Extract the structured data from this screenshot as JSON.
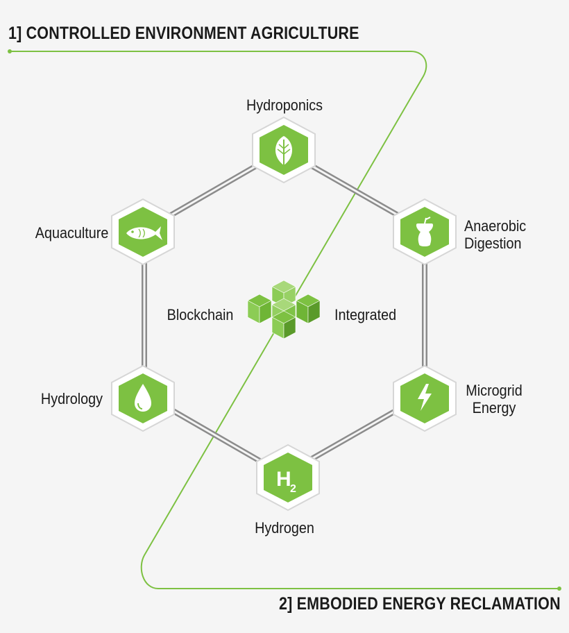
{
  "headings": {
    "top": "1] CONTROLLED ENVIRONMENT AGRICULTURE",
    "bottom": "2] EMBODIED ENERGY RECLAMATION"
  },
  "center": {
    "left_label": "Blockchain",
    "right_label": "Integrated",
    "icon": "stacked-blocks-icon"
  },
  "nodes": [
    {
      "id": "hydroponics",
      "label": "Hydroponics",
      "icon": "leaf-icon"
    },
    {
      "id": "anaerobic",
      "label_lines": [
        "Anaerobic",
        "Digestion"
      ],
      "icon": "apple-core-icon"
    },
    {
      "id": "microgrid",
      "label_lines": [
        "Microgrid",
        "Energy"
      ],
      "icon": "lightning-icon"
    },
    {
      "id": "hydrogen",
      "label": "Hydrogen",
      "icon": "h2-icon",
      "icon_text": {
        "main": "H",
        "sub": "2"
      }
    },
    {
      "id": "hydrology",
      "label": "Hydrology",
      "icon": "water-drop-icon"
    },
    {
      "id": "aquaculture",
      "label": "Aquaculture",
      "icon": "fish-icon"
    }
  ],
  "colors": {
    "accent": "#7dc142",
    "accent_dark": "#5a9a2a",
    "hex_outline": "#d6d6d6",
    "frame": "#8c8c8c",
    "text": "#1a1a1a",
    "background": "#f5f5f5"
  }
}
